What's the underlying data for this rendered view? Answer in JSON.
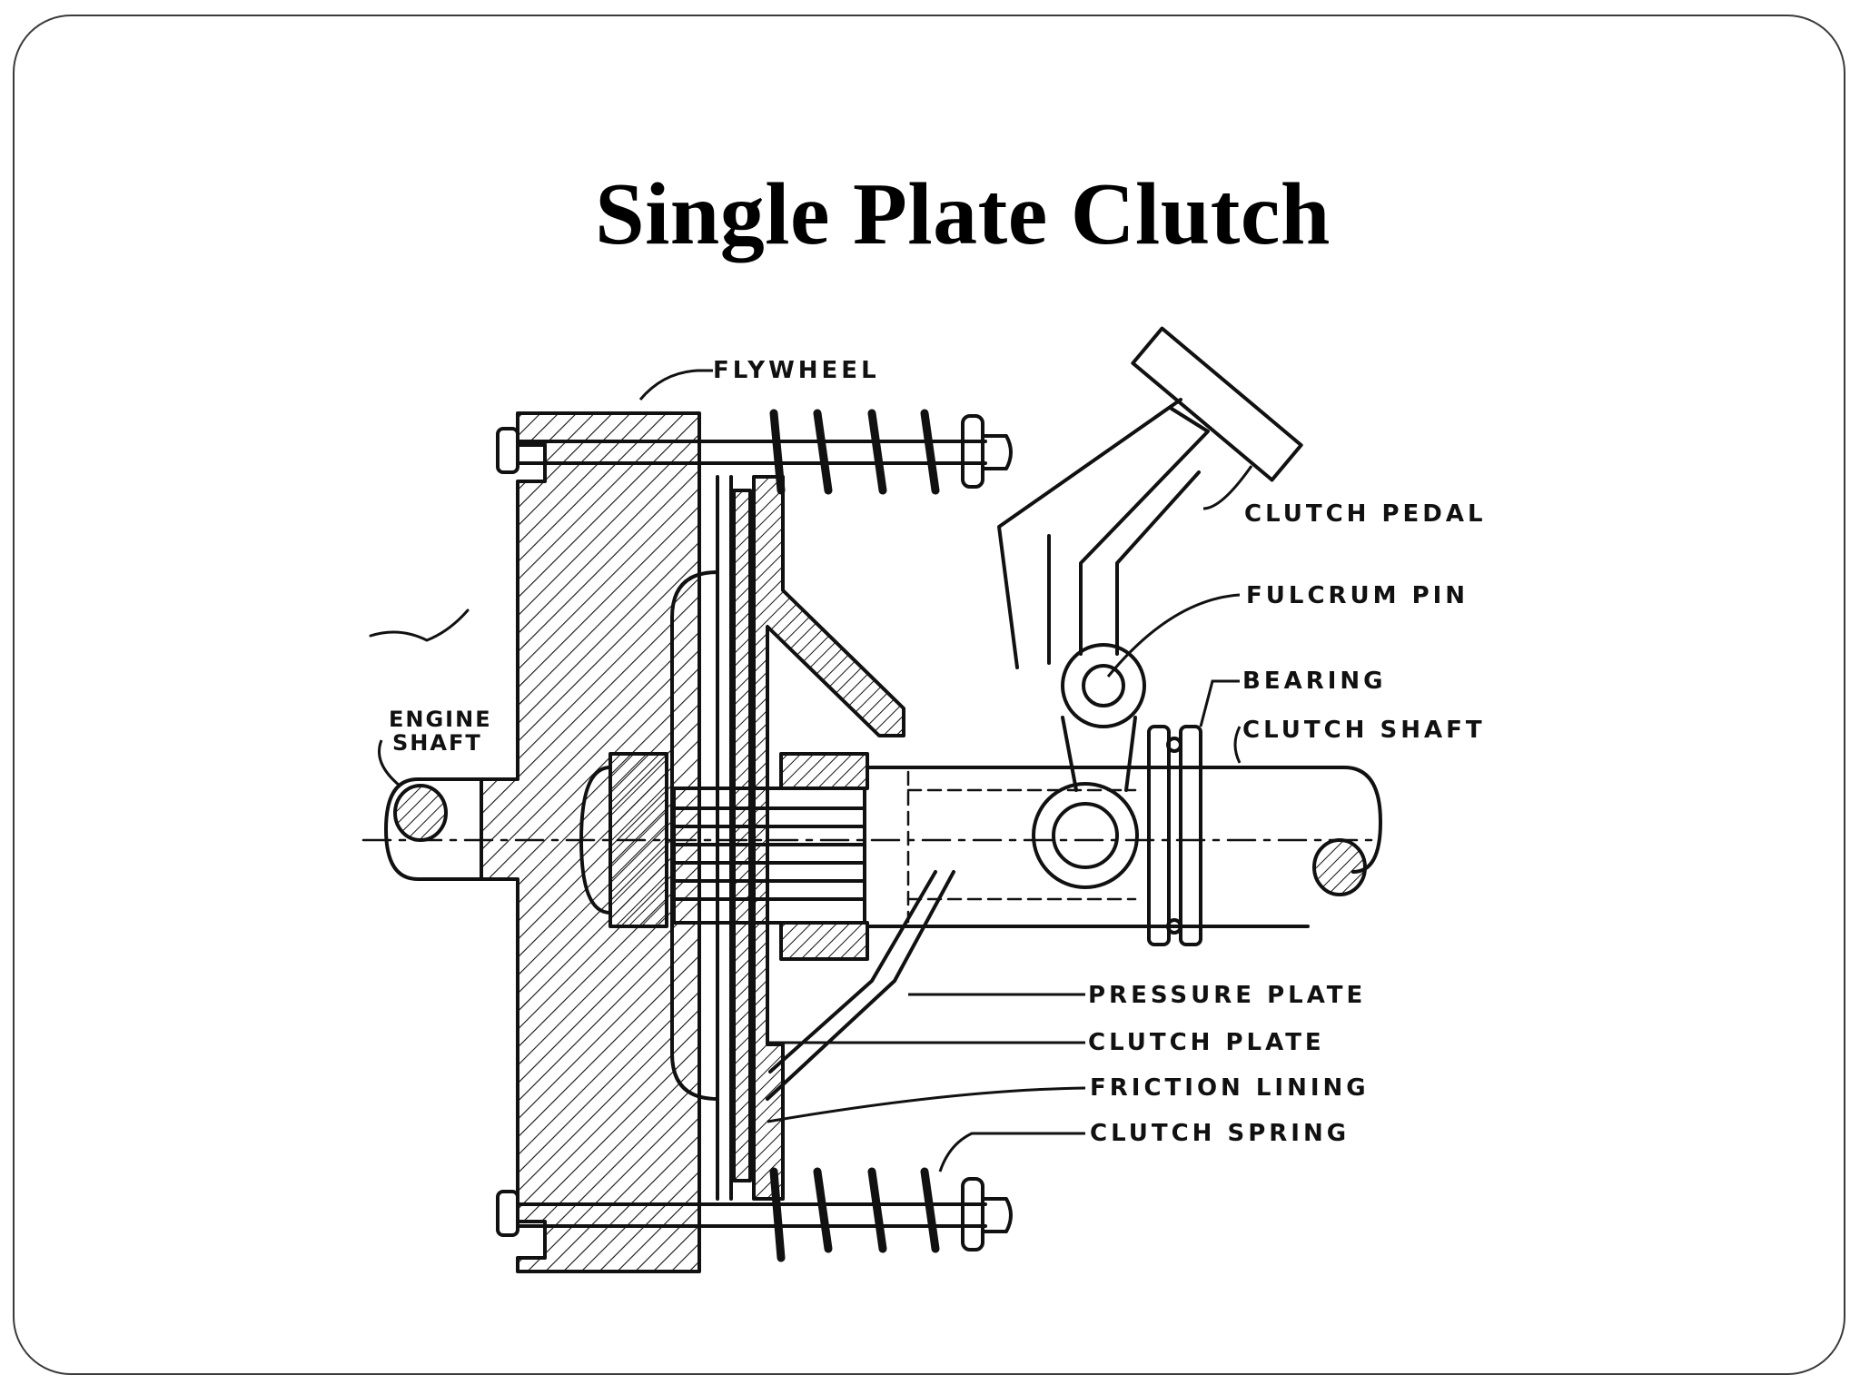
{
  "slide": {
    "title": "Single Plate Clutch"
  },
  "diagram": {
    "labels": {
      "flywheel": "FLYWHEEL",
      "clutch_pedal": "CLUTCH PEDAL",
      "fulcrum_pin": "FULCRUM PIN",
      "bearing": "BEARING",
      "clutch_shaft": "CLUTCH SHAFT",
      "engine_shaft_line1": "ENGINE",
      "engine_shaft_line2": "SHAFT",
      "pressure_plate": "PRESSURE PLATE",
      "clutch_plate": "CLUTCH PLATE",
      "friction_lining": "FRICTION LINING",
      "clutch_spring": "CLUTCH SPRING"
    },
    "colors": {
      "ink": "#111111",
      "background": "#ffffff",
      "border": "#3a3a3a"
    }
  }
}
